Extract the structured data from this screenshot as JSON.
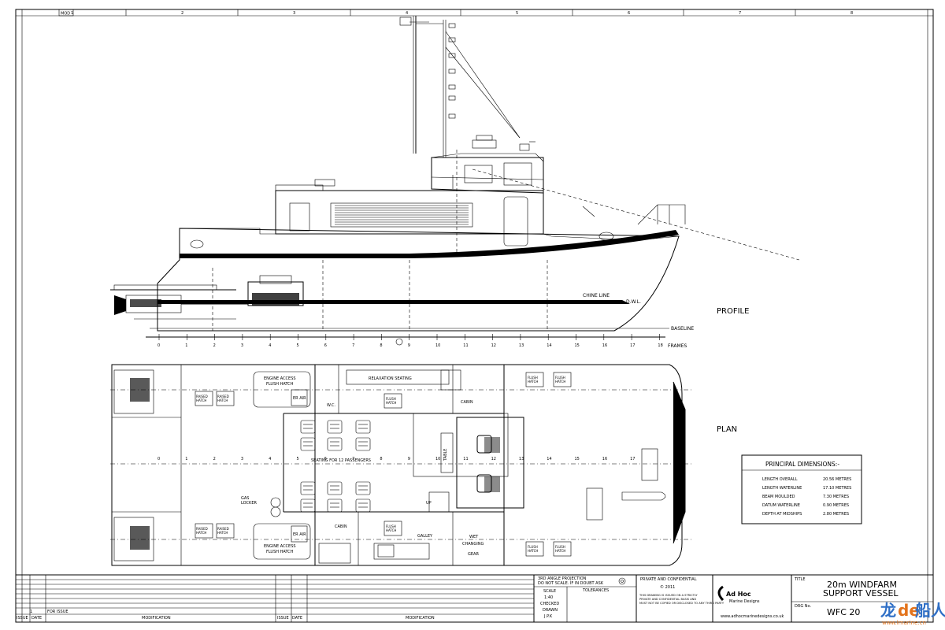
{
  "frame": {
    "top_numbers": [
      "1",
      "2",
      "3",
      "4",
      "5",
      "6",
      "7",
      "8"
    ],
    "top_left_tag": "MOD"
  },
  "profile": {
    "label": "PROFILE",
    "labels": {
      "chine_line": "CHINE LINE",
      "dwl": "D.W.L.",
      "baseline": "BASELINE",
      "frames": "FRAMES"
    },
    "frame_numbers": [
      "0",
      "1",
      "2",
      "3",
      "4",
      "5",
      "6",
      "7",
      "8",
      "9",
      "10",
      "11",
      "12",
      "13",
      "14",
      "15",
      "16",
      "17",
      "18"
    ]
  },
  "plan": {
    "label": "PLAN",
    "labels": {
      "engine_access_top": "ENGINE ACCESS",
      "flush_hatch_top": "FLUSH HATCH",
      "er_air_top": "ER AIR",
      "engine_access_bottom": "ENGINE ACCESS",
      "flush_hatch_bottom": "FLUSH HATCH",
      "er_air_bottom": "ER AIR",
      "relaxation_seating": "RELAXATION SEATING",
      "wc": "W.C.",
      "cabin_top": "CABIN",
      "cabin_bottom": "CABIN",
      "seating": "SEATING FOR 12 PASSENGERS",
      "table": "TABLE",
      "up": "UP",
      "gas_locker": "GAS\nLOCKER",
      "galley": "GALLEY",
      "wet": "WET",
      "changing": "CHANGING",
      "gear": "GEAR",
      "raised_hatch": "RAISED\nHATCH",
      "flush_hatch": "FLUSH\nHATCH"
    },
    "frame_numbers": [
      "0",
      "1",
      "2",
      "3",
      "4",
      "5",
      "6",
      "7",
      "8",
      "9",
      "10",
      "11",
      "12",
      "13",
      "14",
      "15",
      "16",
      "17"
    ]
  },
  "principal_dimensions": {
    "title": "PRINCIPAL  DIMENSIONS:-",
    "rows": [
      {
        "name": "LENGTH OVERALL",
        "value": "20.56 METRES"
      },
      {
        "name": "LENGTH WATERLINE",
        "value": "17.10 METRES"
      },
      {
        "name": "BEAM MOULDED",
        "value": "7.30 METRES"
      },
      {
        "name": "DATUM WATERLINE",
        "value": "0.90 METRES"
      },
      {
        "name": "DEPTH AT MIDSHIPS",
        "value": "2.80 METRES"
      }
    ]
  },
  "title_block": {
    "revision": {
      "issue": "1",
      "modification": "FOR ISSUE"
    },
    "col_issue": "ISSUE",
    "col_date": "DATE",
    "col_modification": "MODIFICATION",
    "projection": "3RD ANGLE PROJECTION",
    "do_not_scale": "DO NOT SCALE. IF IN DOUBT ASK",
    "scale_label": "SCALE",
    "scale_value": "1:40",
    "checked_label": "CHECKED",
    "drawn_label": "DRAWN",
    "drawn_value": "J.P.K",
    "tolerances_label": "TOLERANCES",
    "private": "PRIVATE AND CONFIDENTIAL",
    "copyright": "© 2011",
    "confidential_note": "THIS DRAWING IS ISSUED ON A STRICTLY PRIVATE AND CONFIDENTIAL BASIS AND MUST NOT BE COPIED OR DISCLOSED TO ANY THIRD PARTY",
    "company": "Ad Hoc",
    "company_sub": "Marine Designs",
    "website": "www.adhocmarinedesigns.co.uk",
    "title_label": "TITLE",
    "title_line1": "20m  WINDFARM",
    "title_line2": "SUPPORT  VESSEL",
    "drg_no_label": "DRG No.",
    "drg_no_value": "WFC 20"
  },
  "watermark": {
    "text_cn_1": "龙",
    "text_de": "de",
    "text_cn_2": "船人",
    "url": "www.lmarine.cn"
  },
  "colors": {
    "line": "#000000",
    "paper": "#ffffff",
    "watermark_blue": "#2f6fc6",
    "watermark_orange": "#e3731c"
  }
}
